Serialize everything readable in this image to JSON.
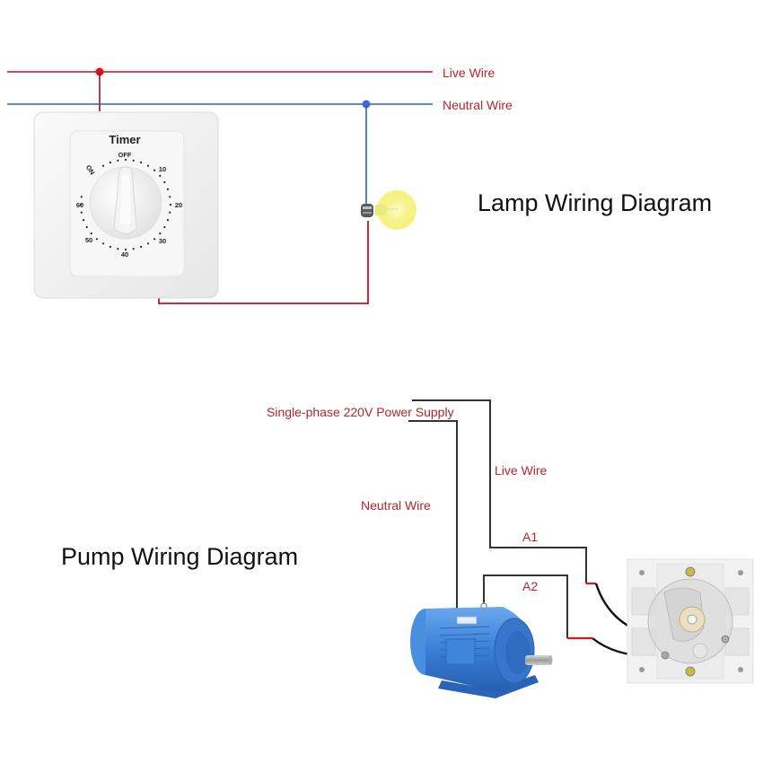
{
  "lamp_section": {
    "title": "Lamp Wiring Diagram",
    "live_wire_label": "Live Wire",
    "neutral_wire_label": "Neutral Wire",
    "timer": {
      "title": "Timer",
      "off_label": "OFF",
      "on_label": "ON",
      "dial_marks": [
        "10",
        "20",
        "30",
        "40",
        "50",
        "60"
      ]
    }
  },
  "pump_section": {
    "title": "Pump Wiring Diagram",
    "supply_label": "Single-phase 220V Power Supply",
    "live_wire_label": "Live Wire",
    "neutral_wire_label": "Neutral Wire",
    "terminal_a1": "A1",
    "terminal_a2": "A2"
  },
  "colors": {
    "live_wire": "#c0141c",
    "neutral_wire": "#2f5fc4",
    "pump_wire": "#333333",
    "label_red": "#b5262a",
    "motor_blue": "#3a7fd5"
  }
}
